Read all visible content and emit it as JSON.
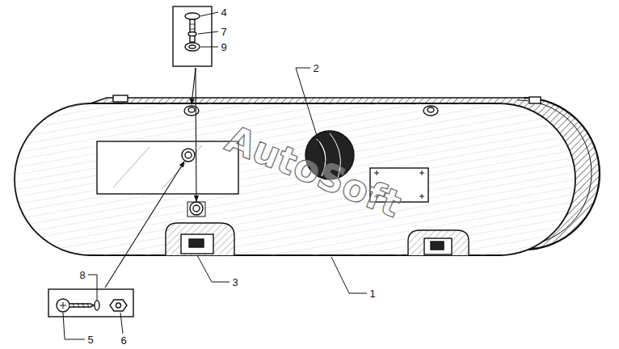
{
  "diagram": {
    "labels": [
      "4",
      "7",
      "9",
      "2",
      "8",
      "3",
      "1",
      "5",
      "6",
      "AutoSoft"
    ]
  }
}
